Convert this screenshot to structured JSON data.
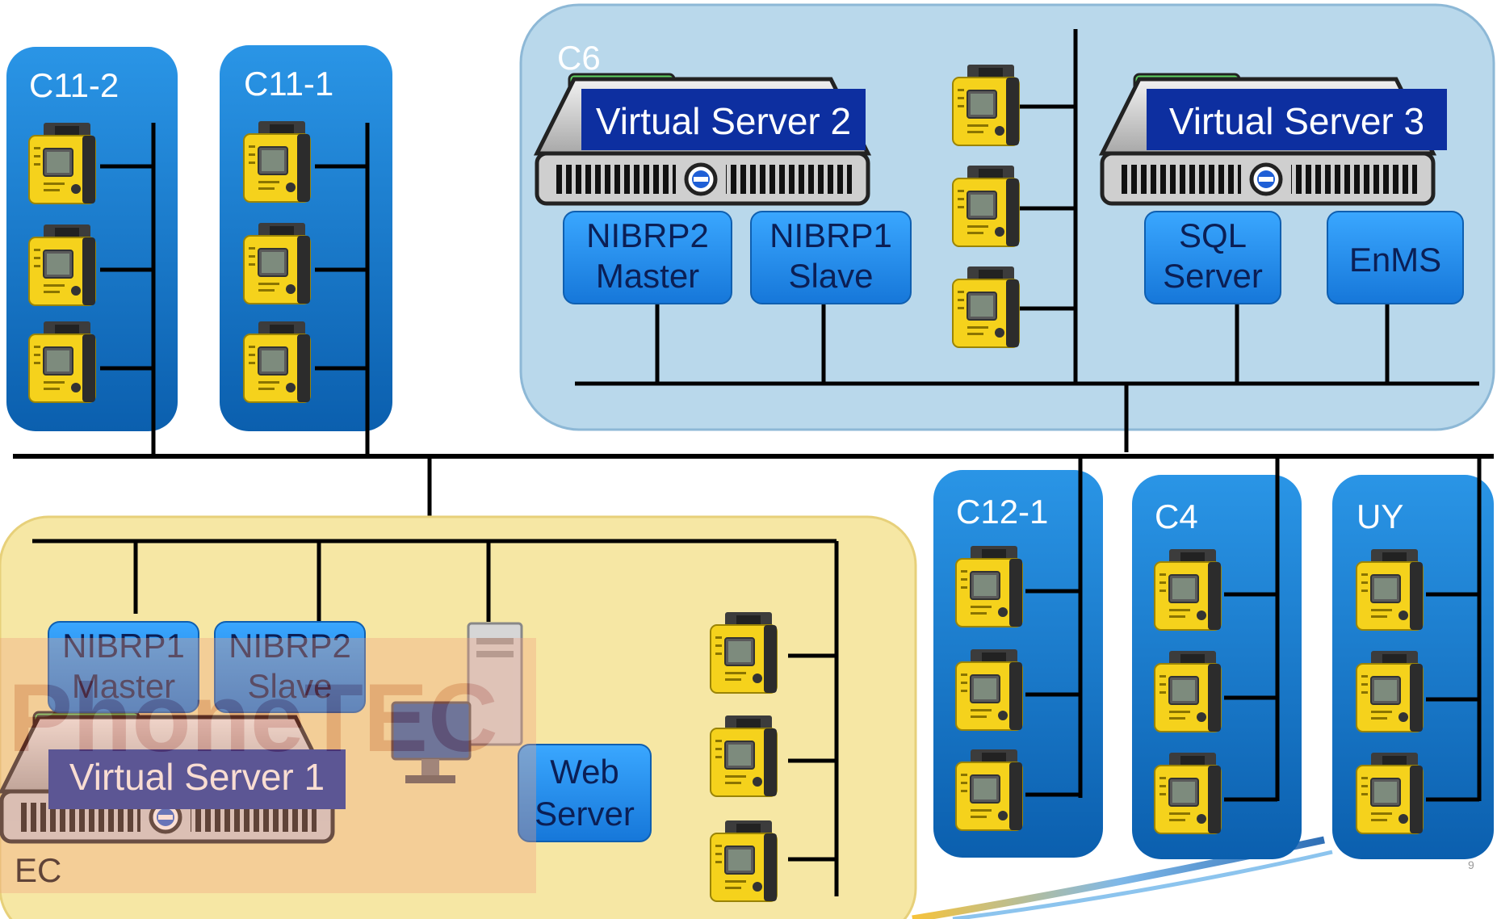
{
  "groups": {
    "c11_2": "C11-2",
    "c11_1": "C11-1",
    "c6": "C6",
    "ec": "EC",
    "c12_1": "C12-1",
    "c4": "C4",
    "uy": "UY"
  },
  "servers": {
    "vs1": "Virtual Server 1",
    "vs2": "Virtual Server 2",
    "vs3": "Virtual Server 3"
  },
  "services": {
    "c6_nibrp2": [
      "NIBRP2",
      "Master"
    ],
    "c6_nibrp1": [
      "NIBRP1",
      "Slave"
    ],
    "c6_sql": [
      "SQL",
      "Server"
    ],
    "c6_enms": [
      "EnMS"
    ],
    "ec_nibrp1": [
      "NIBRP1",
      "Master"
    ],
    "ec_nibrp2": [
      "NIBRP2",
      "Slave"
    ],
    "ec_web": [
      "Web",
      "Server"
    ]
  },
  "watermark": "PhoneTEC",
  "page_number": "9",
  "colors": {
    "blue_panel": "#1273c7",
    "c6_bg": "#b9d8eb",
    "ec_bg": "#f6e7a4",
    "service_box": "#1a8ff0",
    "server_label": "#0d2fa0",
    "device_yellow": "#f5d21c"
  }
}
